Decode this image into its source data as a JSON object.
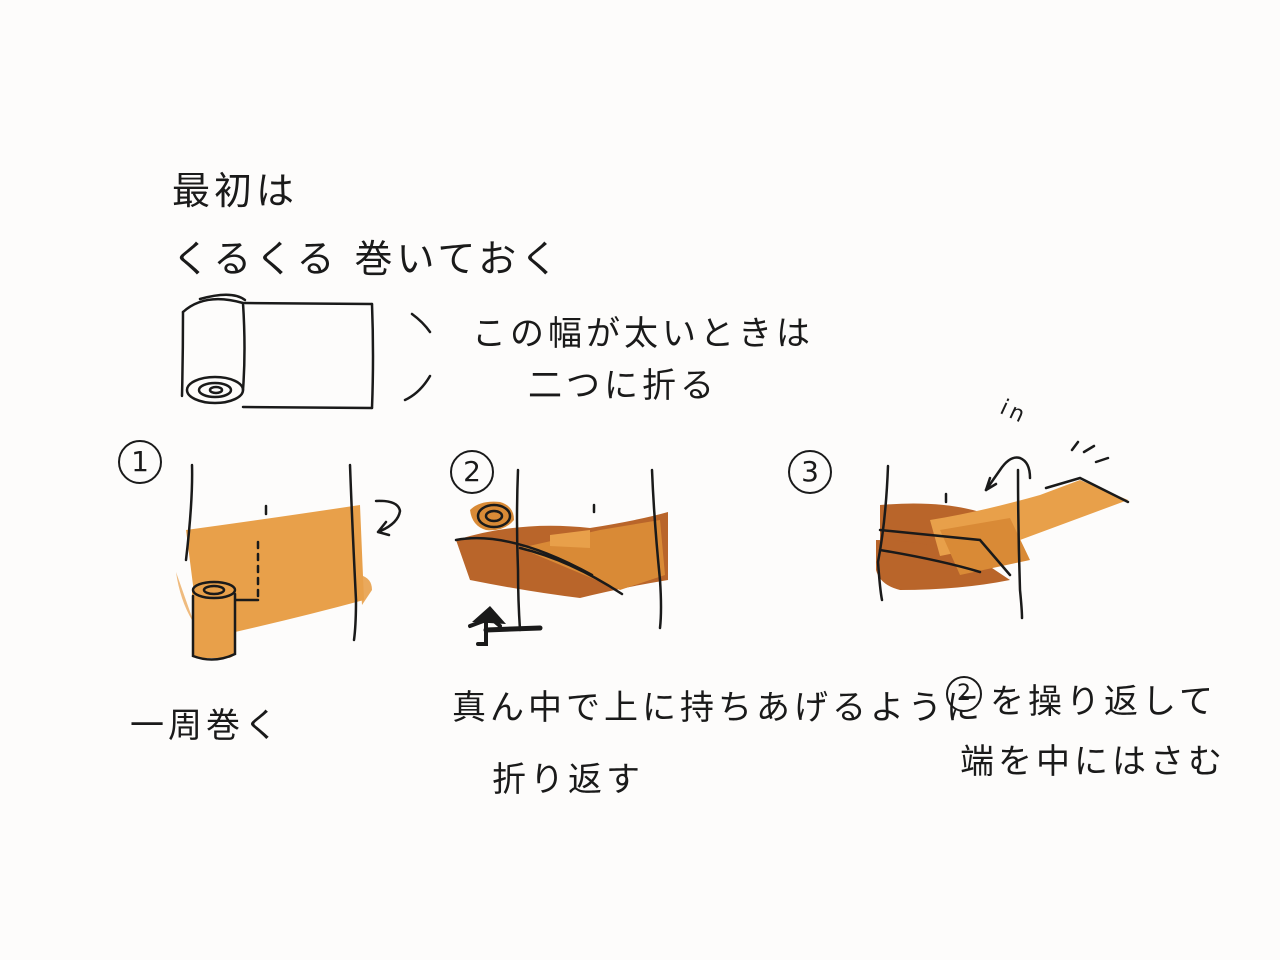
{
  "intro": {
    "line1": "最初は",
    "line2": "くるくる 巻いておく"
  },
  "fold_note": {
    "line1": "この幅が太いときは",
    "line2": "二つに折る"
  },
  "steps": [
    {
      "number": "1",
      "caption_line1": "一周巻く",
      "caption_line2": ""
    },
    {
      "number": "2",
      "caption_line1": "真ん中で上に持ちあげるように",
      "caption_line2": "折り返す"
    },
    {
      "number": "3",
      "caption_line1": "を操り返して",
      "caption_line1_prefix": "2",
      "caption_line2": "端を中にはさむ"
    }
  ],
  "annotation_in": "in",
  "colors": {
    "tape_light": "#e8a04a",
    "tape_mid": "#d98a36",
    "tape_dark": "#b9652a",
    "ink": "#1a1a1a"
  }
}
